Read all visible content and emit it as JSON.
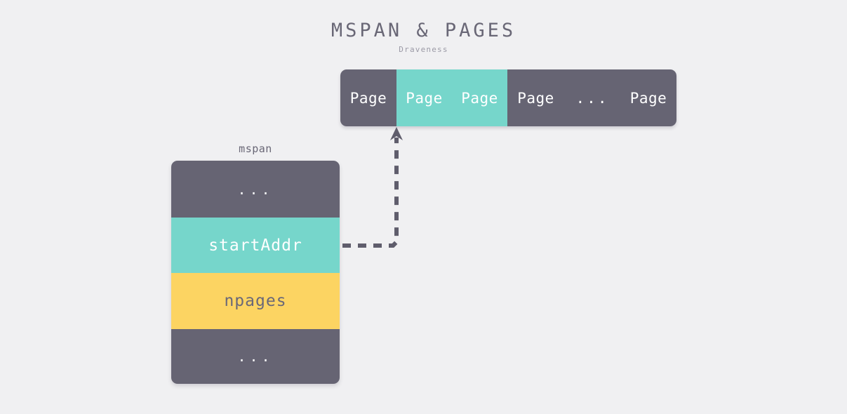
{
  "header": {
    "title": "MSPAN & PAGES",
    "subtitle": "Draveness"
  },
  "colors": {
    "background": "#f0f0f2",
    "gray": "#666473",
    "teal": "#76d6cb",
    "yellow": "#fcd462",
    "text_light": "#ffffff",
    "text_gray": "#696776",
    "subtitle_gray": "#9b9aa6",
    "arrow": "#5f5d6c"
  },
  "pages_strip": {
    "cells": [
      {
        "label": "Page",
        "state": "gray"
      },
      {
        "label": "Page",
        "state": "teal"
      },
      {
        "label": "Page",
        "state": "teal"
      },
      {
        "label": "Page",
        "state": "gray"
      },
      {
        "label": "...",
        "state": "gray"
      },
      {
        "label": "Page",
        "state": "gray"
      }
    ]
  },
  "mspan": {
    "label": "mspan",
    "rows": [
      {
        "label": "...",
        "state": "gray"
      },
      {
        "label": "startAddr",
        "state": "teal"
      },
      {
        "label": "npages",
        "state": "yellow"
      },
      {
        "label": "...",
        "state": "gray"
      }
    ]
  },
  "arrow": {
    "name": "startaddr-to-page-pointer",
    "style": "dashed",
    "from": "startAddr",
    "to": "Page"
  }
}
